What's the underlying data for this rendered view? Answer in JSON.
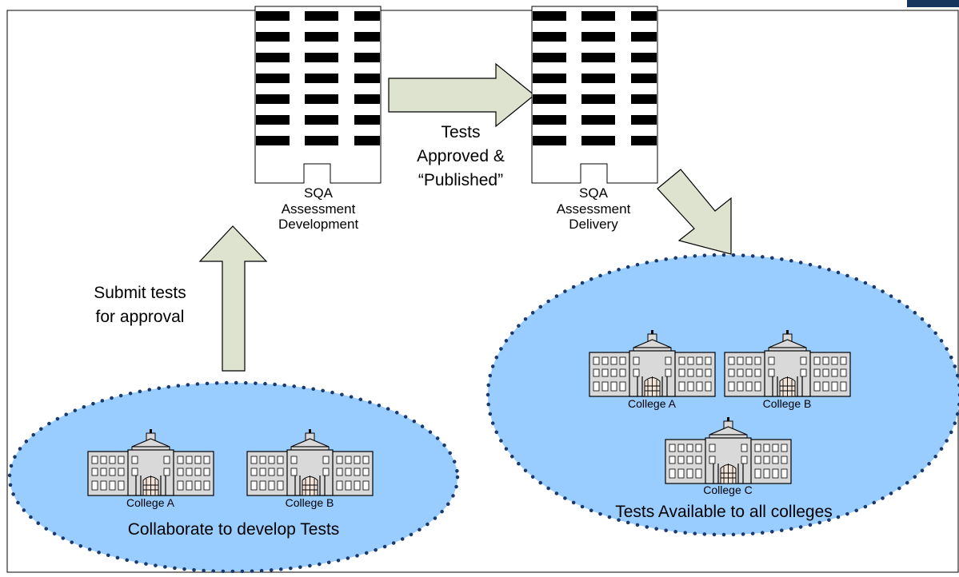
{
  "buildings": {
    "development": {
      "line1": "SQA",
      "line2": "Assessment",
      "line3": "Development"
    },
    "delivery": {
      "line1": "SQA",
      "line2": "Assessment",
      "line3": "Delivery"
    }
  },
  "arrows": {
    "publish": {
      "line1": "Tests",
      "line2": "Approved &",
      "line3": "“Published”"
    },
    "submit": {
      "line1": "Submit tests",
      "line2": "for approval"
    }
  },
  "groups": {
    "collaborate": {
      "caption": "Collaborate to develop Tests",
      "colleges": [
        "College A",
        "College B"
      ]
    },
    "available": {
      "caption": "Tests Available to all colleges",
      "colleges": [
        "College A",
        "College B",
        "College C"
      ]
    }
  },
  "colors": {
    "ellipse_fill": "#99ccff",
    "ellipse_dots": "#1a3a6e",
    "arrow_fill": "#dde3cf",
    "tower_stripe": "#000000",
    "college_fill": "#d9d9d9",
    "corner_tab": "#17365d"
  }
}
